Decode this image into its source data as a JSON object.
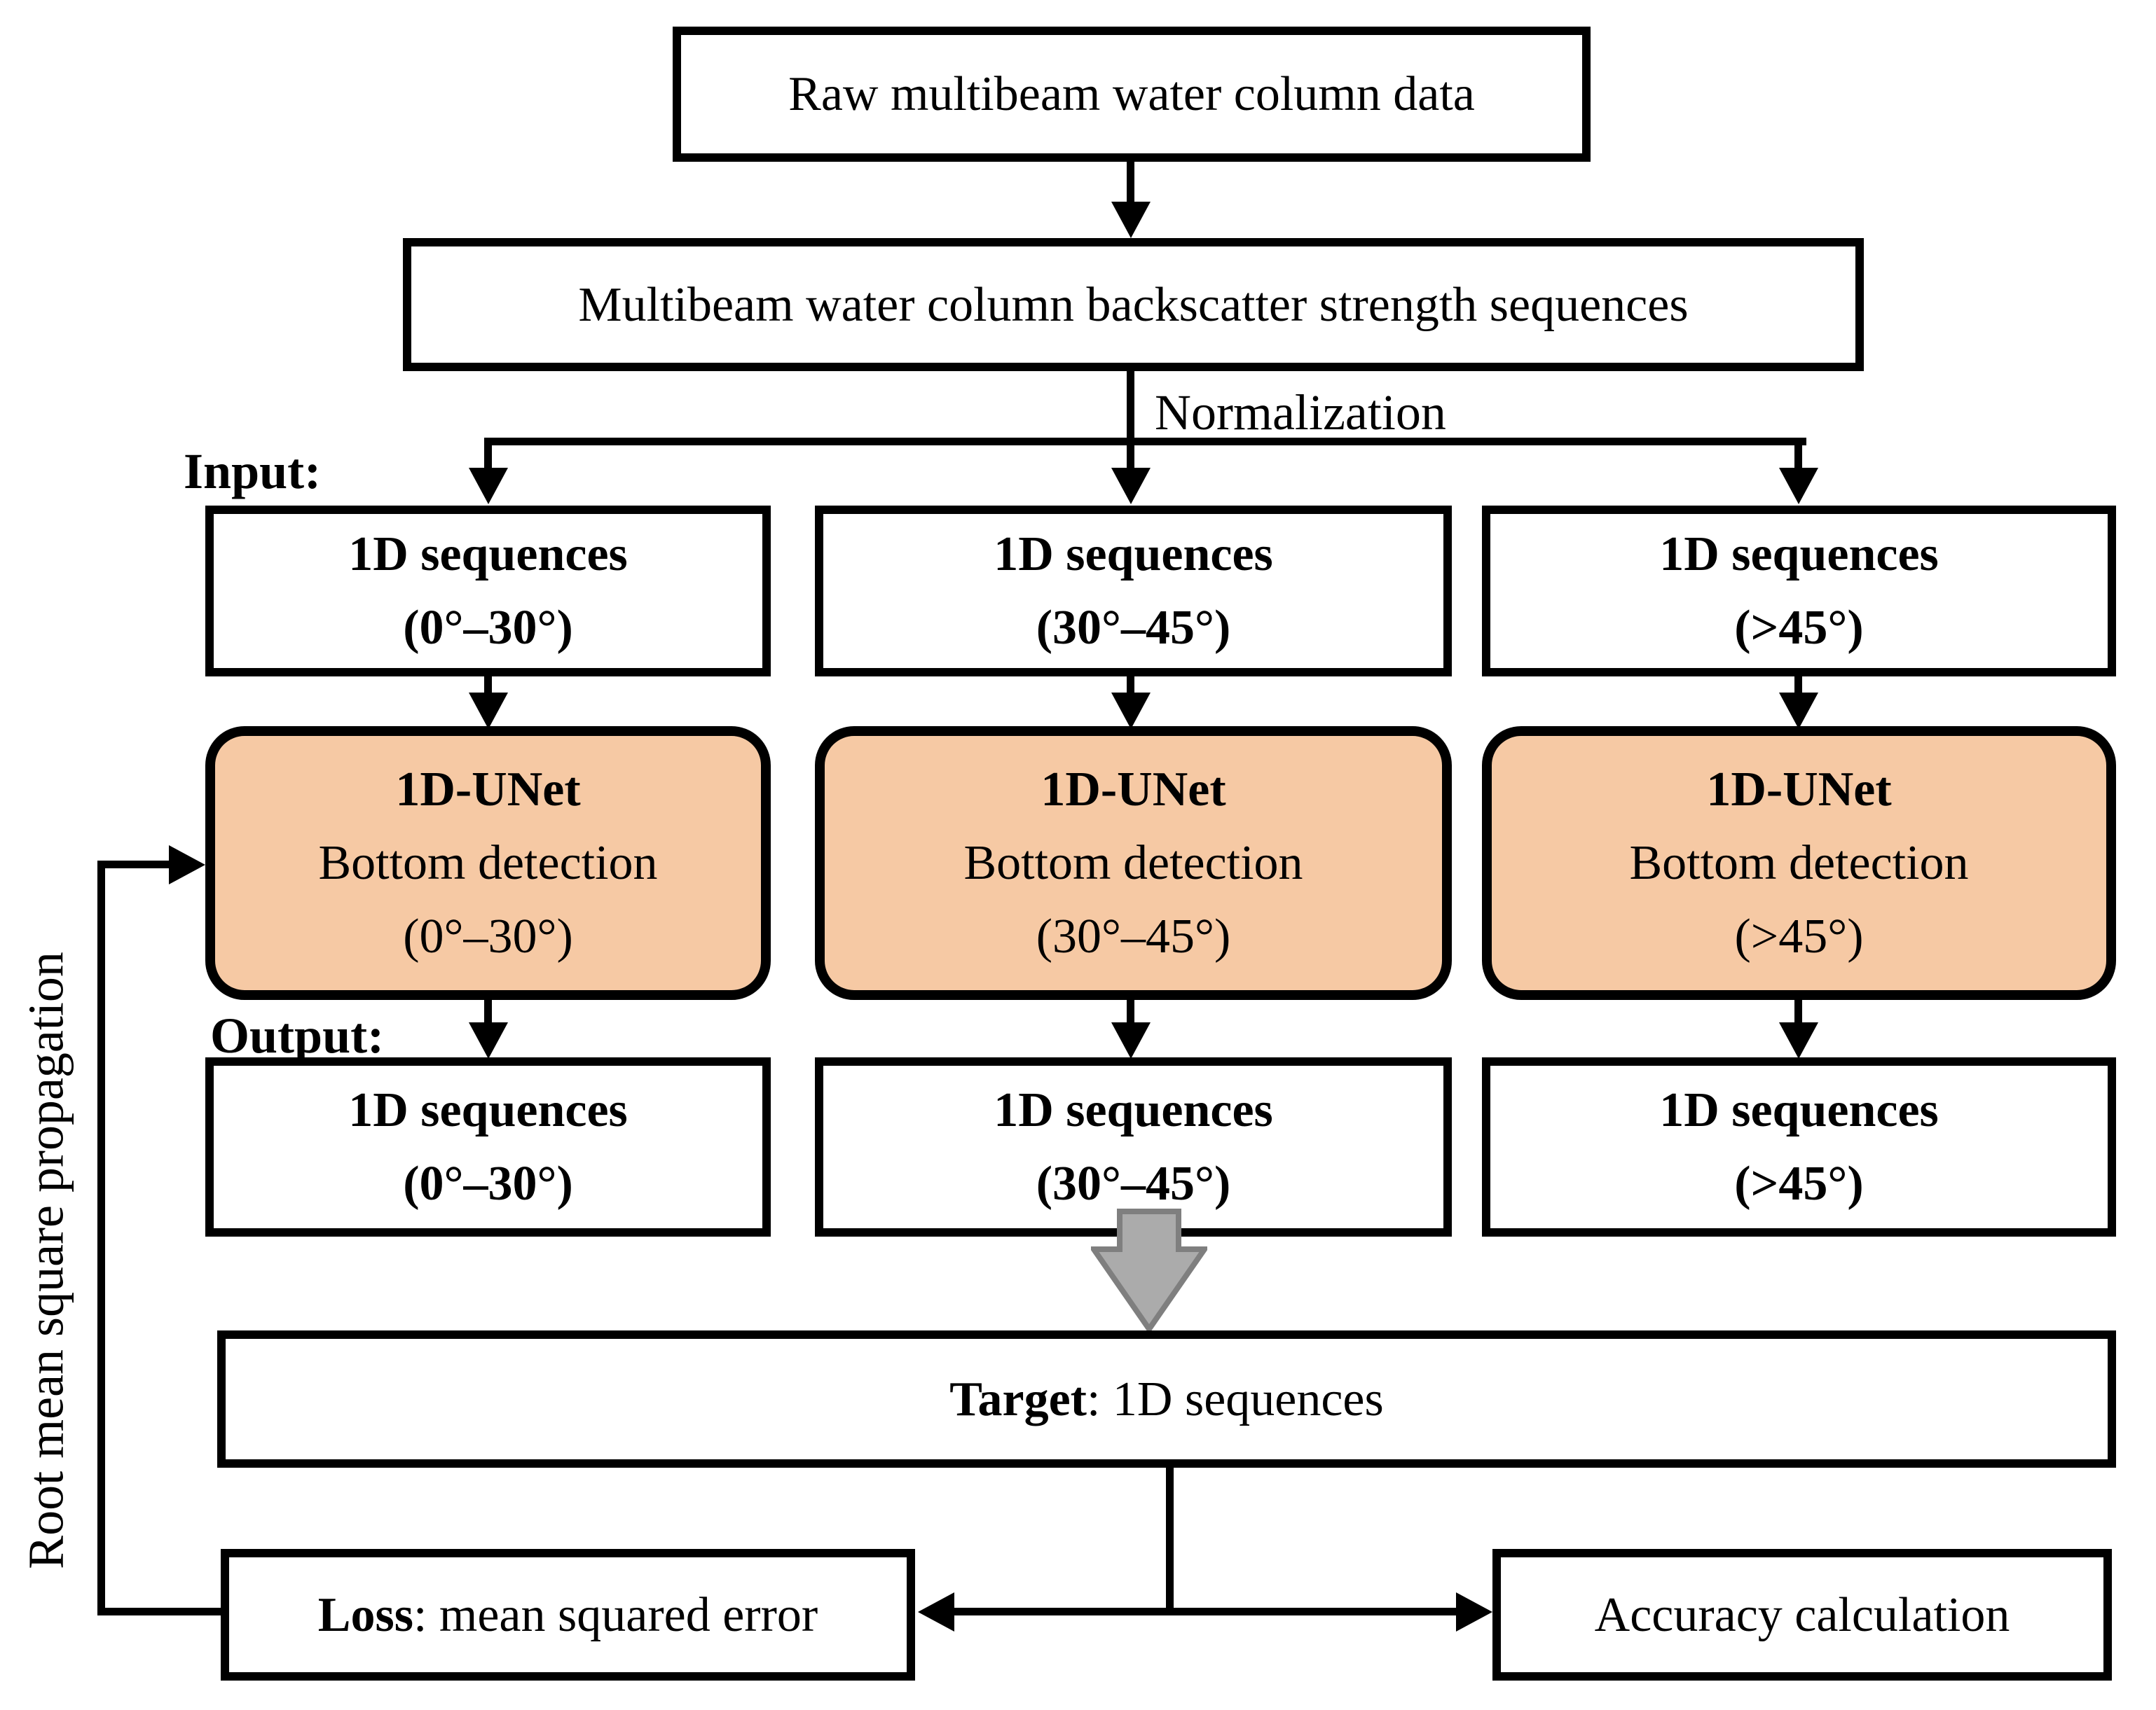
{
  "diagram": {
    "raw_box": "Raw multibeam water column data",
    "sequences_box": "Multibeam water column backscatter strength sequences",
    "normalization_label": "Normalization",
    "input_label": "Input:",
    "output_label": "Output:",
    "input_boxes": [
      {
        "line1": "1D sequences",
        "line2": "(0°–30°)"
      },
      {
        "line1": "1D sequences",
        "line2": "(30°–45°)"
      },
      {
        "line1": "1D sequences",
        "line2": "(>45°)"
      }
    ],
    "unet_boxes": [
      {
        "line1": "1D-UNet",
        "line2": "Bottom detection",
        "line3": "(0°–30°)"
      },
      {
        "line1": "1D-UNet",
        "line2": "Bottom detection",
        "line3": "(30°–45°)"
      },
      {
        "line1": "1D-UNet",
        "line2": "Bottom detection",
        "line3": "(>45°)"
      }
    ],
    "output_boxes": [
      {
        "line1": "1D sequences",
        "line2": "(0°–30°)"
      },
      {
        "line1": "1D sequences",
        "line2": "(30°–45°)"
      },
      {
        "line1": "1D sequences",
        "line2": "(>45°)"
      }
    ],
    "target_box": {
      "bold": "Target",
      "rest": ": 1D sequences"
    },
    "loss_box": {
      "bold": "Loss",
      "rest": ": mean squared error"
    },
    "accuracy_box": "Accuracy calculation",
    "feedback_label": "Root mean square propagation",
    "colors": {
      "unet_fill": "#F6C9A4",
      "gray_arrow_fill": "#ABABAB",
      "gray_arrow_stroke": "#7F7F7F",
      "line_color": "#000000"
    }
  }
}
